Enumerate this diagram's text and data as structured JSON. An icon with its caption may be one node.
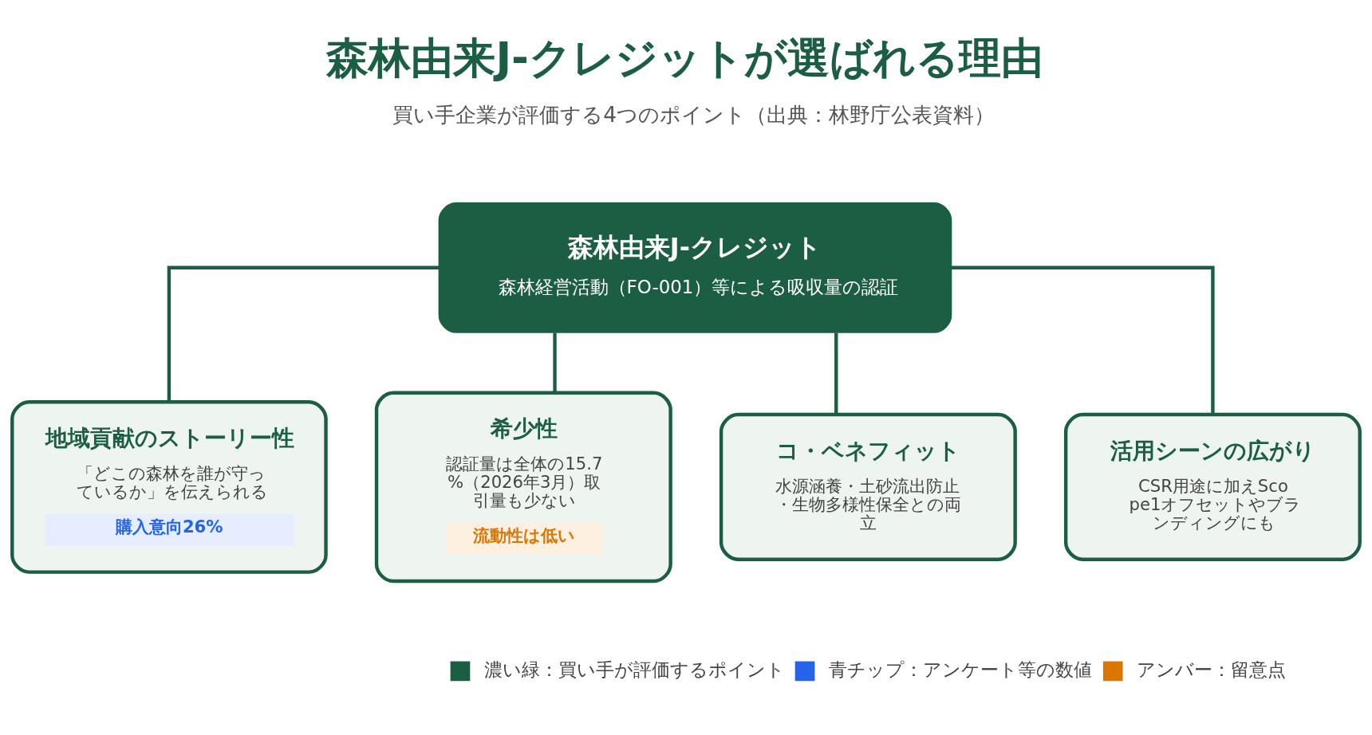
{
  "diagram": {
    "title": "森林由来J-クレジットが選ばれる理由",
    "nodes": [
      {
        "text": [
          "森林由来J-クレジット",
          "森林経営活動（FO-001）等による吸収量の認証"
        ]
      },
      {
        "text": [
          "地域貢献のストーリー性",
          "「どこの森林を誰が守っているか」を伝えられる",
          "購入意向26%"
        ]
      },
      {
        "text": [
          "希少性",
          "認証量は全体の15.7%（2026年3月）取引量も少ない",
          "流動性は低い"
        ]
      },
      {
        "text": [
          "コ・ベネフィット",
          "水源涵養・土砂流出防止・生物多様性保全との両立"
        ]
      },
      {
        "text": [
          "活用シーンの広がり",
          "CSR用途に加えScope1オフセットやブランディングにも"
        ]
      }
    ],
    "edges": [
      {
        "from": 0,
        "to": 1,
        "arrow": "none"
      },
      {
        "from": 0,
        "to": 2,
        "arrow": "none"
      },
      {
        "from": 0,
        "to": 3,
        "arrow": "none"
      },
      {
        "from": 0,
        "to": 4,
        "arrow": "none"
      }
    ],
    "labels": [
      "買い手企業が評価する4つのポイント（出典：林野庁公表資料）"
    ],
    "legend": [
      {
        "text": "濃い緑：買い手が評価するポイント",
        "color": "#1b5e43"
      },
      {
        "text": "青チップ：アンケート等の数値",
        "color": "#2563eb"
      },
      {
        "text": "アンバー：留意点",
        "color": "#d97706"
      }
    ]
  }
}
